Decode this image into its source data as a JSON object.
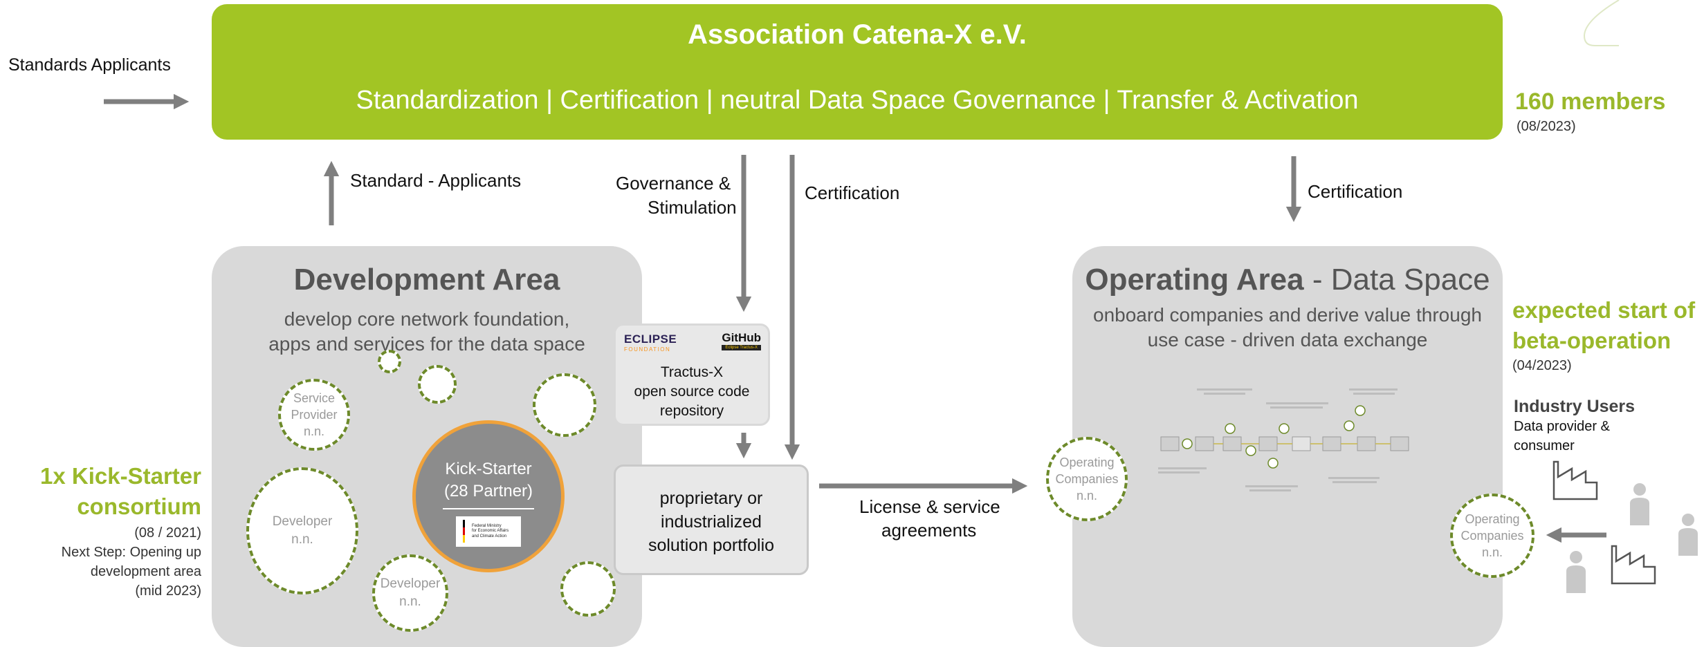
{
  "top": {
    "title": "Association Catena-X e.V.",
    "functions": "Standardization  |  Certification  |  neutral Data Space Governance  |  Transfer & Activation"
  },
  "left_labels": {
    "standards_applicants": "Standards  Applicants",
    "standard_applicants_arrow": "Standard - Applicants"
  },
  "middle_labels": {
    "governance": "Governance &",
    "stimulation": "Stimulation",
    "certification_mid": "Certification",
    "certification_right": "Certification",
    "license_line1": "License & service",
    "license_line2": "agreements"
  },
  "members": {
    "count": "160 members",
    "date": "(08/2023)"
  },
  "development_area": {
    "title": "Development Area",
    "subtitle_line1": "develop core network foundation,",
    "subtitle_line2": "apps and services for the data space",
    "service_provider": [
      "Service",
      "Provider",
      "n.n."
    ],
    "developer_large": [
      "Developer",
      "n.n."
    ],
    "developer_small": [
      "Developer",
      "n.n."
    ],
    "kick_starter_line1": "Kick-Starter",
    "kick_starter_line2": "(28 Partner)",
    "ministry_line1": "Federal Ministry",
    "ministry_line2": "for Economic Affairs",
    "ministry_line3": "and Climate Action"
  },
  "tractus_box": {
    "eclipse_logo": "ECLIPSE",
    "eclipse_sub": "FOUNDATION",
    "github_logo": "GitHub",
    "github_sub": "Eclipse Tractus-X",
    "line1": "Tractus-X",
    "line2": "open source code",
    "line3": "repository"
  },
  "portfolio_box": {
    "line1": "proprietary or",
    "line2": "industrialized",
    "line3": "solution portfolio"
  },
  "operating_area": {
    "title_bold": "Operating Area",
    "title_rest": " - Data Space",
    "subtitle_line1": "onboard companies and derive value through",
    "subtitle_line2": "use case - driven data exchange",
    "operating_companies_left": [
      "Operating",
      "Companies",
      "n.n."
    ],
    "operating_companies_right": [
      "Operating",
      "Companies",
      "n.n."
    ]
  },
  "beta": {
    "line1": "expected start of",
    "line2": "beta-operation",
    "date": "(04/2023)"
  },
  "industry": {
    "title": "Industry Users",
    "line1": "Data provider &",
    "line2": "consumer"
  },
  "kickstarter_consortium": {
    "line1": "1x Kick-Starter",
    "line2": "consortium",
    "date": "(08 / 2021)",
    "next1": "Next Step: Opening up",
    "next2": "development area",
    "next3": "(mid 2023)"
  },
  "colors": {
    "accent_green": "#a2c524",
    "text_green": "#9ab82b",
    "area_grey": "#d9d9d9",
    "arrow_grey": "#7f7f7f",
    "kickstarter_orange": "#f0a23a"
  }
}
